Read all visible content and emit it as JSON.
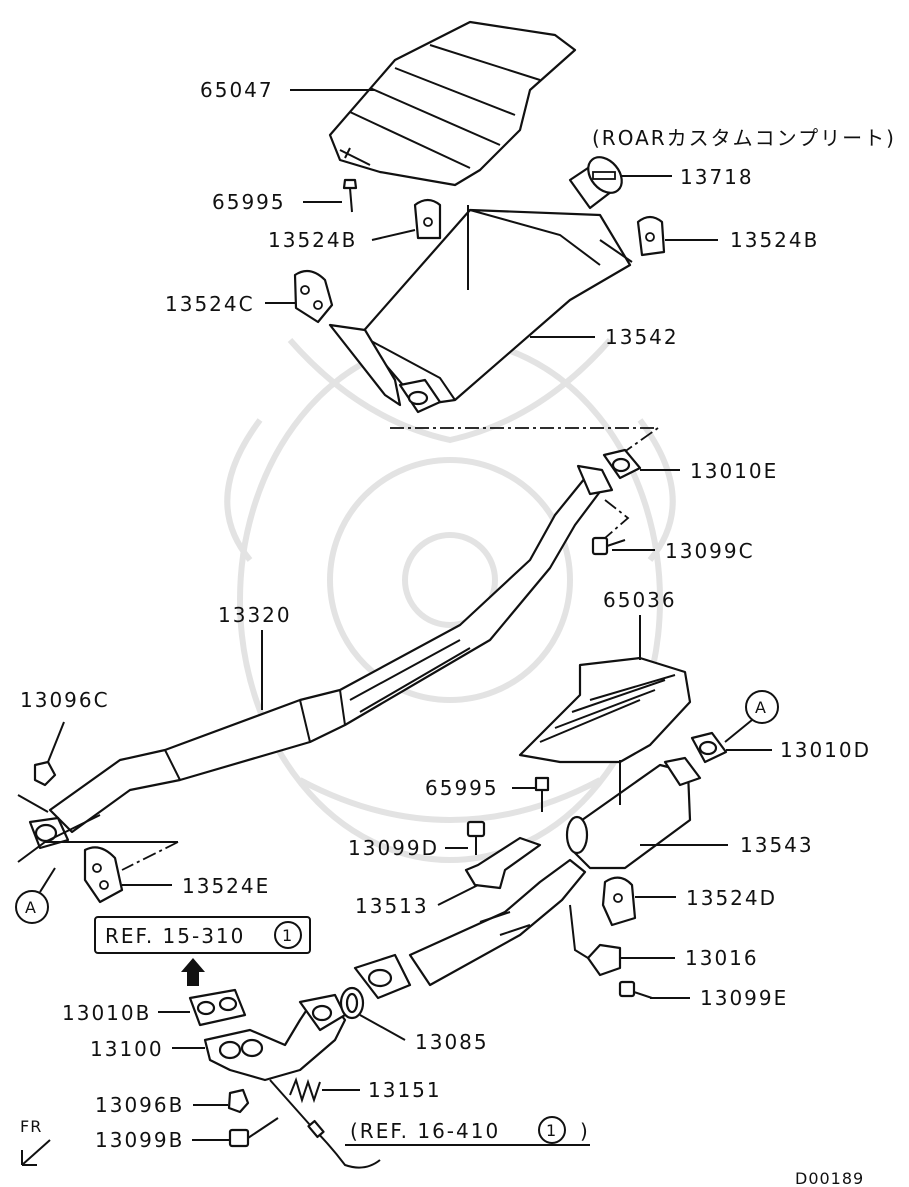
{
  "labels": {
    "p65047": "65047",
    "roar_note": "(ROARカスタムコンプリート)",
    "p13718": "13718",
    "p65995_top": "65995",
    "p13524B_left": "13524B",
    "p13524B_right": "13524B",
    "p13524C": "13524C",
    "p13542": "13542",
    "p13010E": "13010E",
    "p13099C": "13099C",
    "p13320": "13320",
    "p65036": "65036",
    "p13096C": "13096C",
    "p13010D": "13010D",
    "p65995_mid": "65995",
    "p13099D": "13099D",
    "p13543": "13543",
    "p13524E": "13524E",
    "p13513": "13513",
    "p13524D": "13524D",
    "p13016": "13016",
    "p13099E": "13099E",
    "p13010B": "13010B",
    "p13085": "13085",
    "p13100": "13100",
    "p13151": "13151",
    "p13096B": "13096B",
    "p13099B": "13099B",
    "ref1": "REF. 15-310",
    "ref1_num": "1",
    "ref2": "(REF. 16-410",
    "ref2_num": "1",
    "ref2_close": ")",
    "ref_a_top": "A",
    "ref_a_bottom": "A",
    "fr": "FR",
    "diagram_code": "D00189"
  }
}
